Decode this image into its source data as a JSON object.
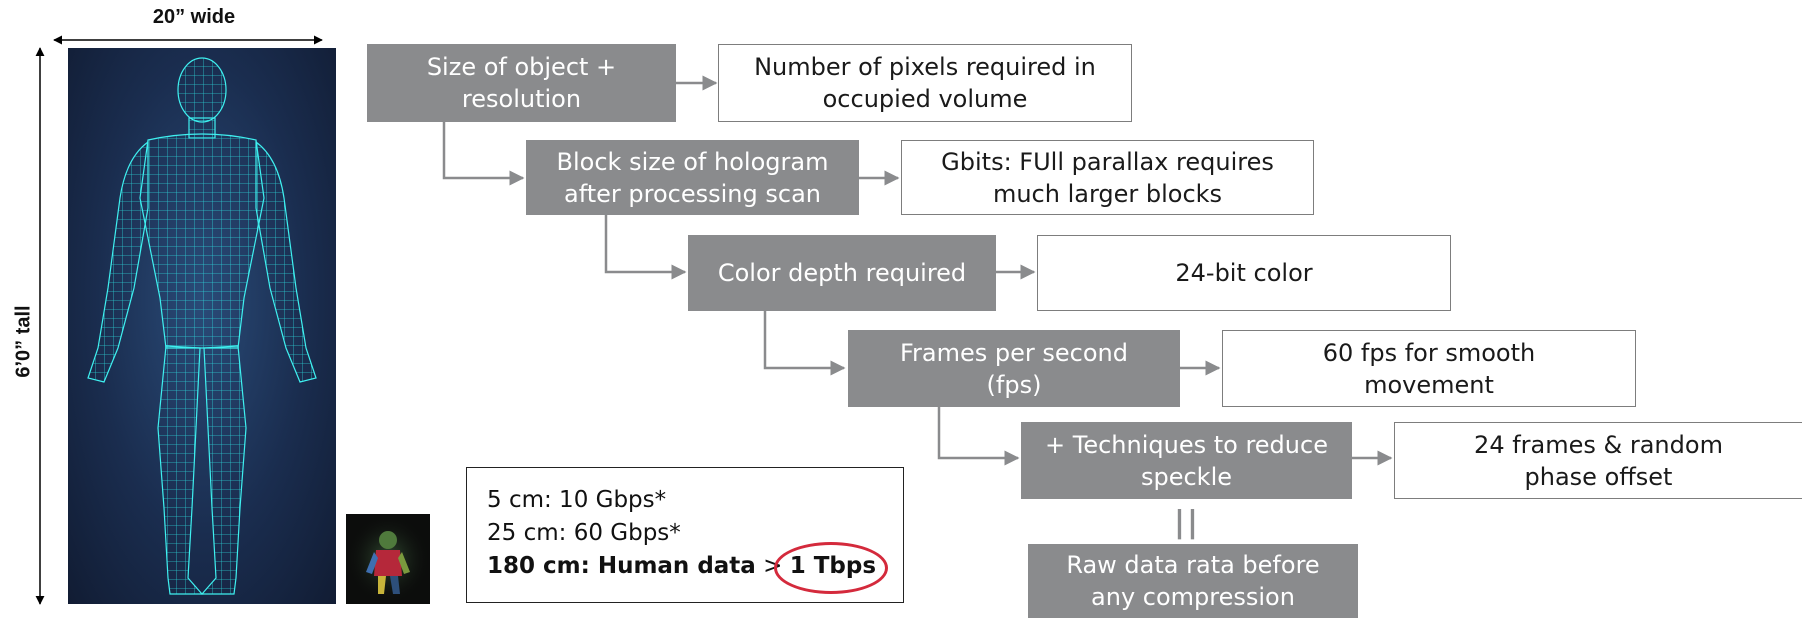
{
  "dimensions": {
    "width_label": "20” wide",
    "height_label": "6’0” tall"
  },
  "images": {
    "wireframe_figure": "human-wireframe-hologram",
    "hologram_thumbnail": "small-color-hologram-figure"
  },
  "steps": [
    {
      "label_lines": [
        "Size of object +",
        "resolution"
      ],
      "result_lines": [
        "Number of pixels required in",
        "occupied volume"
      ]
    },
    {
      "label_lines": [
        "Block size of hologram",
        "after processing scan"
      ],
      "result_lines": [
        "Gbits: FUll parallax requires",
        "much larger blocks"
      ]
    },
    {
      "label_lines": [
        "Color depth required"
      ],
      "result_lines": [
        "24-bit color"
      ]
    },
    {
      "label_lines": [
        "Frames per second",
        "(fps)"
      ],
      "result_lines": [
        "60 fps for smooth",
        "movement"
      ]
    },
    {
      "label_lines": [
        "+ Techniques to reduce",
        "speckle"
      ],
      "result_lines": [
        "24 frames & random",
        "phase offset"
      ]
    }
  ],
  "equals_symbol": "||",
  "final_box_lines": [
    "Raw data rata before",
    "any compression"
  ],
  "data_rates": {
    "line1": "5 cm: 10 Gbps*",
    "line2": "25 cm: 60 Gbps*",
    "line3_prefix": "180 cm: Human data",
    "line3_gt": " > ",
    "line3_value": "1 Tbps"
  },
  "colors": {
    "gray_box": "#8a8b8d",
    "connector": "#8a8b8d",
    "highlight_circle": "#d42a3c",
    "wireframe": "#2ee6e6"
  }
}
